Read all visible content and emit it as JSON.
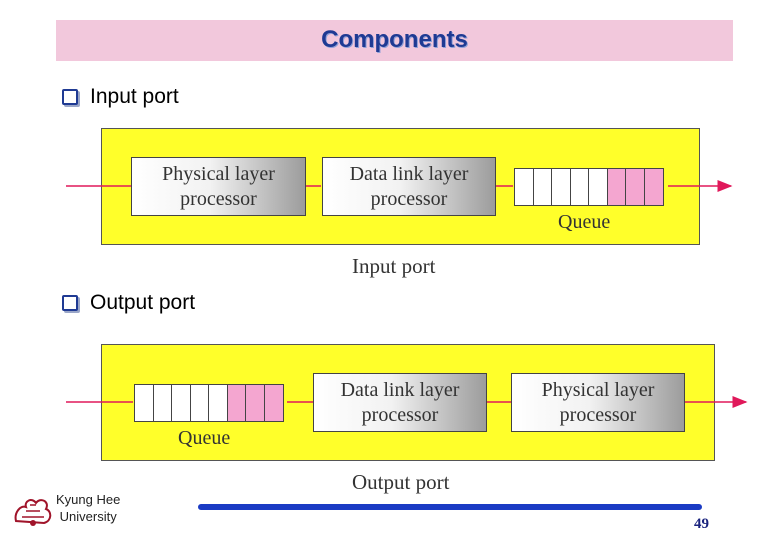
{
  "slide": {
    "title": "Components",
    "page_number": "49",
    "university": {
      "line1": "Kyung Hee",
      "line2": "University"
    }
  },
  "bullets": [
    {
      "label": "Input port"
    },
    {
      "label": "Output port"
    }
  ],
  "input_port": {
    "caption": "Input port",
    "processor1": {
      "line1": "Physical layer",
      "line2": "processor"
    },
    "processor2": {
      "line1": "Data link layer",
      "line2": "processor"
    },
    "queue_label": "Queue",
    "queue_cells": [
      "white",
      "white",
      "white",
      "white",
      "white",
      "pink",
      "pink",
      "pink"
    ]
  },
  "output_port": {
    "caption": "Output port",
    "queue_label": "Queue",
    "processor1": {
      "line1": "Data link layer",
      "line2": "processor"
    },
    "processor2": {
      "line1": "Physical layer",
      "line2": "processor"
    },
    "queue_cells": [
      "white",
      "white",
      "white",
      "white",
      "white",
      "pink",
      "pink",
      "pink"
    ]
  },
  "colors": {
    "title_bar": "#f2c8dc",
    "title_text": "#1f3a93",
    "panel": "#ffff2a",
    "arrow": "#e0185a",
    "queue_fill": "#f4a6d0",
    "bottom_line": "#1a3bc4"
  }
}
